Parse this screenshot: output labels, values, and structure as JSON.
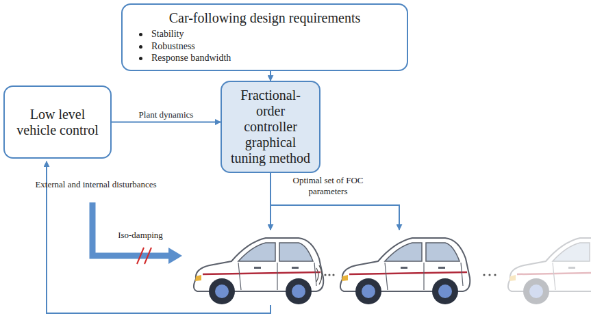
{
  "diagram": {
    "nodes": [
      {
        "text": [
          "Car-following design requirements",
          "Stability",
          "Robustness",
          "Response bandwidth"
        ]
      },
      {
        "text": [
          "Low level vehicle control"
        ]
      },
      {
        "text": [
          "Fractional-order controller graphical tuning method"
        ]
      }
    ],
    "edges": [
      {
        "from": 0,
        "to": 2,
        "arrow": "to"
      },
      {
        "from": 1,
        "to": 2,
        "label": "Plant dynamics",
        "arrow": "to"
      }
    ],
    "labels": [
      "Optimal set of FOC parameters",
      "External and internal disturbances",
      "Iso-damping"
    ]
  }
}
